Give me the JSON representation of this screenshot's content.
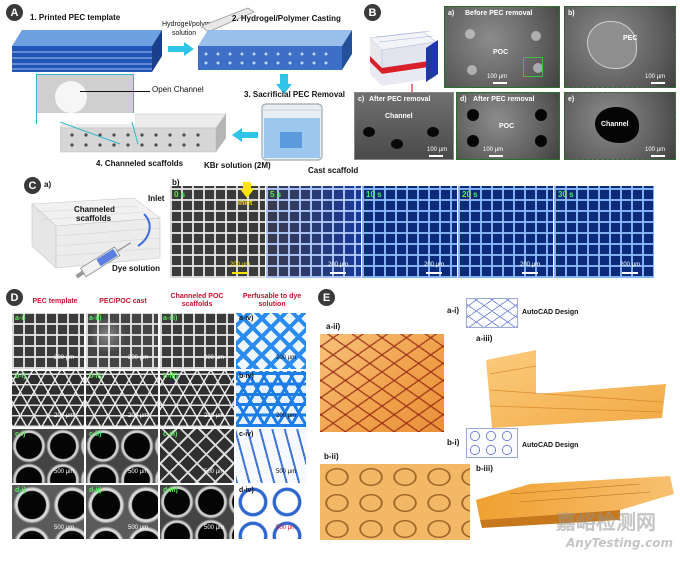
{
  "panelA": {
    "badge": "A",
    "step1": "1. Printed PEC template",
    "hydrogel_line1": "Hydrogel/polymer",
    "hydrogel_line2": "solution",
    "step2": "2. Hydrogel/Polymer Casting",
    "step3": "3. Sacrificial PEC Removal",
    "open_channel": "Open Channel",
    "kbr": "KBr solution (2M)",
    "cast_scaffold": "Cast scaffold",
    "step4": "4. Channeled scaffolds"
  },
  "panelB": {
    "badge": "B",
    "a_label": "a)",
    "a_title": "Before PEC removal",
    "a_poc": "POC",
    "a_scale": "100 µm",
    "b_label": "b)",
    "b_pec": "PEC",
    "b_scale": "100 µm",
    "c_label": "c)",
    "c_title": "After PEC removal",
    "c_channel": "Channel",
    "c_scale": "100 µm",
    "d_label": "d)",
    "d_title": "After PEC removal",
    "d_poc": "POC",
    "d_scale": "100 µm",
    "e_label": "e)",
    "e_channel": "Channel",
    "e_scale": "100 µm"
  },
  "panelC": {
    "badge": "C",
    "a_label": "a)",
    "channeled_line1": "Channeled",
    "channeled_line2": "scaffolds",
    "inlet": "Inlet",
    "dye": "Dye solution",
    "b_label": "b)",
    "frames": [
      {
        "time": "0 s",
        "scale": "200 µm",
        "inlet": "Inlet"
      },
      {
        "time": "5 s",
        "scale": "200 µm"
      },
      {
        "time": "10 s",
        "scale": "200 µm"
      },
      {
        "time": "20 s",
        "scale": "200 µm"
      },
      {
        "time": "30 s",
        "scale": "200 µm"
      }
    ]
  },
  "panelD": {
    "badge": "D",
    "col_headers": [
      "PEC template",
      "PEC/POC cast",
      "Channeled POC scaffolds",
      "Perfusable to dye solution"
    ],
    "rows": [
      {
        "labels": [
          "a-i)",
          "a-ii)",
          "a-iii)",
          "a-iv)"
        ],
        "scale": "200 µm"
      },
      {
        "labels": [
          "b-i)",
          "b-ii)",
          "b-iii)",
          "b-iv)"
        ],
        "scale": "200 µm"
      },
      {
        "labels": [
          "c-i)",
          "c-ii)",
          "c-iii)",
          "c-iv)"
        ],
        "scale": "500 µm"
      },
      {
        "labels": [
          "d-i)",
          "d-ii)",
          "d-iii)",
          "d-iv)"
        ],
        "scale": "500 µm"
      }
    ],
    "a_iv_scale": "200 µm",
    "b_iv_scale": "200 µm",
    "c_iv_scale": "500 µm",
    "d_iv_scale": "500 µm"
  },
  "panelE": {
    "badge": "E",
    "a_ii": "a-ii)",
    "a_i": "a-i)",
    "autocad1": "AutoCAD Design",
    "a_iii": "a-iii)",
    "b_ii": "b-ii)",
    "b_i": "b-i)",
    "autocad2": "AutoCAD Design",
    "b_iii": "b-iii)"
  },
  "watermark": {
    "cn": "嘉峪检测网",
    "en": "AnyTesting.com"
  }
}
